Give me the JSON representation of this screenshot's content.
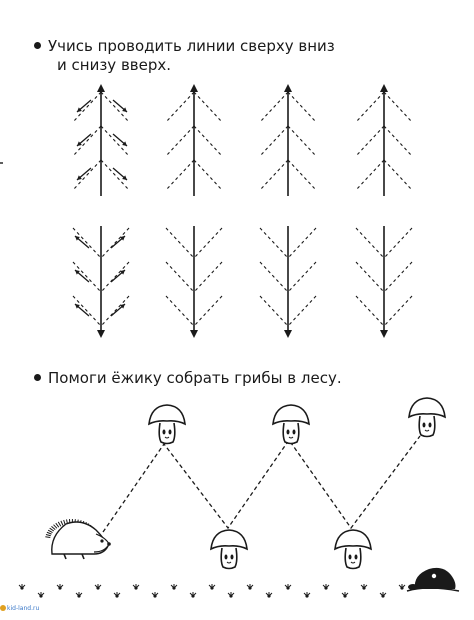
{
  "worksheet": {
    "task_1": {
      "line_1": "Учись проводить линии сверху вниз",
      "line_2": "и снизу вверх."
    },
    "task_2": {
      "text": "Помоги ёжику собрать грибы в лесу."
    },
    "watermark": "kid-land.ru"
  },
  "colors": {
    "ink": "#1a1a1a",
    "watermark": "#3a78c8"
  },
  "icons": [
    "hedgehog-icon",
    "mushroom-icon",
    "mole-icon",
    "arrow-icon",
    "footprint-icon"
  ]
}
